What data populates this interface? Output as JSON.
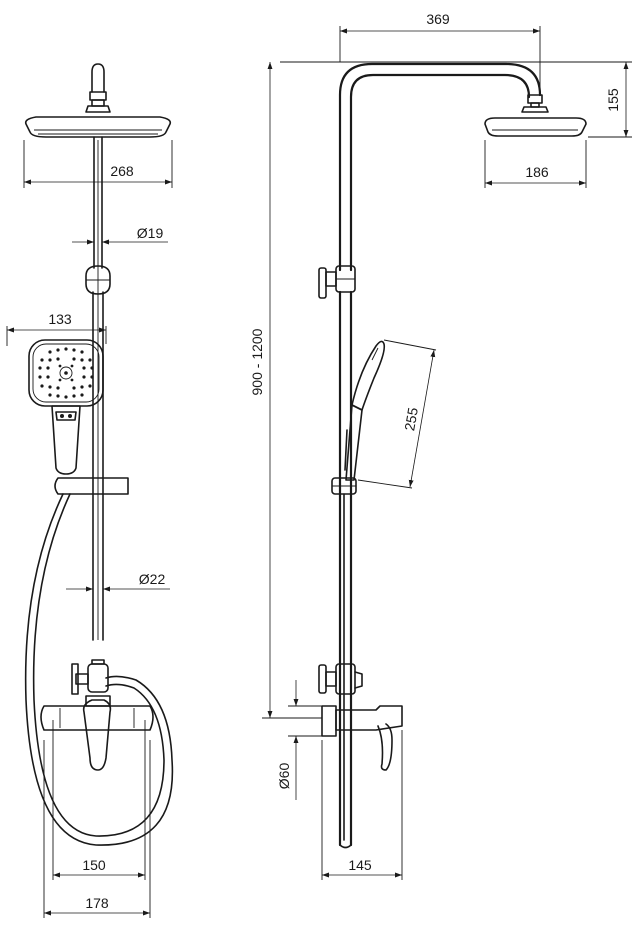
{
  "dimensions": {
    "head_width_front": "268",
    "pipe_diameter_upper": "Ø19",
    "hand_shower_width": "133",
    "pipe_diameter_lower": "Ø22",
    "inlet_spacing": "150",
    "mixer_width": "178",
    "arm_reach": "369",
    "head_drop": "155",
    "head_width_side": "186",
    "height_range": "900 - 1200",
    "hand_shower_length": "255",
    "wall_flange_diameter": "Ø60",
    "wall_distance": "145"
  }
}
